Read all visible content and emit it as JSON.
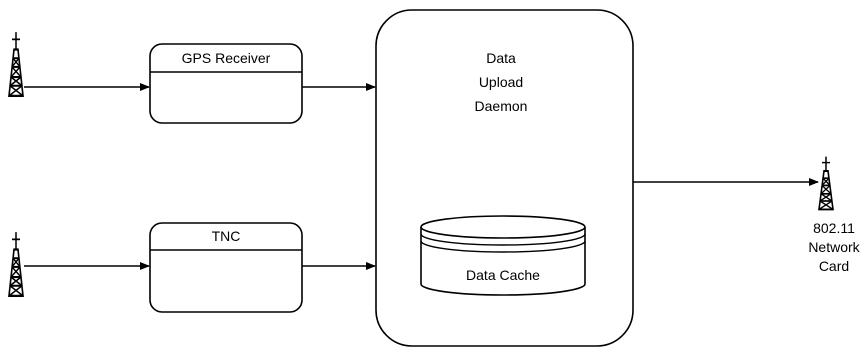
{
  "diagram": {
    "gps_box_label": "GPS Receiver",
    "tnc_box_label": "TNC",
    "daemon_label": [
      "Data",
      "Upload",
      "Daemon"
    ],
    "cache_label": "Data Cache",
    "network_card_label": [
      "802.11",
      "Network",
      "Card"
    ],
    "icons": [
      "antenna-tower-icon",
      "antenna-tower-icon",
      "antenna-tower-icon"
    ],
    "stroke_color": "#000000",
    "background_color": "#ffffff"
  }
}
